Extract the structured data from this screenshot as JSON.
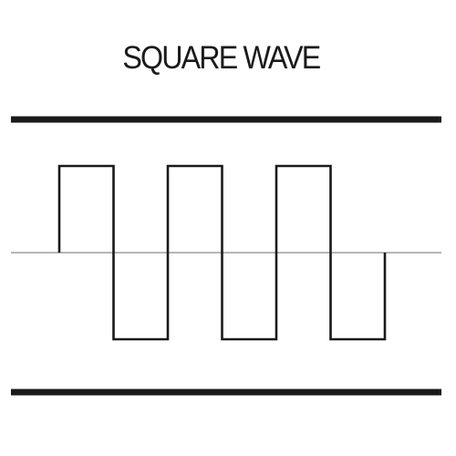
{
  "title": "SQUARE WAVE",
  "colors": {
    "background": "#ffffff",
    "ink": "#1a1a1a",
    "axis": "#8a8a8a"
  },
  "wave": {
    "high_level": 1,
    "low_level": -1,
    "start_level": 0,
    "end_level": 0,
    "segments": [
      {
        "level": 1,
        "duration": 1
      },
      {
        "level": -1,
        "duration": 1
      },
      {
        "level": 1,
        "duration": 1
      },
      {
        "level": -1,
        "duration": 1
      },
      {
        "level": 1,
        "duration": 1
      },
      {
        "level": -1,
        "duration": 1
      }
    ]
  }
}
